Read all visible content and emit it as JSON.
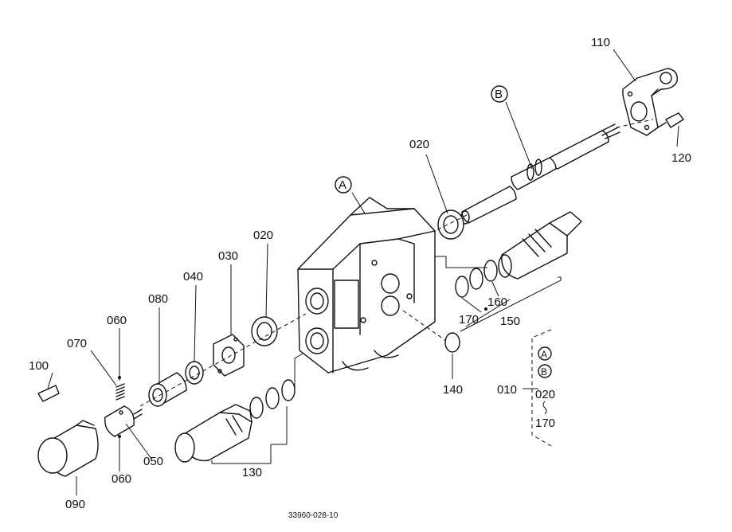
{
  "labels": {
    "p110": "110",
    "pB": "B",
    "p120": "120",
    "p020a": "020",
    "pA": "A",
    "p020b": "020",
    "p030": "030",
    "p040": "040",
    "p080": "080",
    "p060a": "060",
    "p070": "070",
    "p100": "100",
    "p050": "050",
    "p060b": "060",
    "p090": "090",
    "p130": "130",
    "p140": "140",
    "p170": "170",
    "p160": "160",
    "p150": "150",
    "kit_code": "010",
    "kit_A": "A",
    "kit_B": "B",
    "kit_020": "020",
    "kit_170": "170"
  },
  "footer": {
    "drawing_number": "33960-028-10"
  }
}
